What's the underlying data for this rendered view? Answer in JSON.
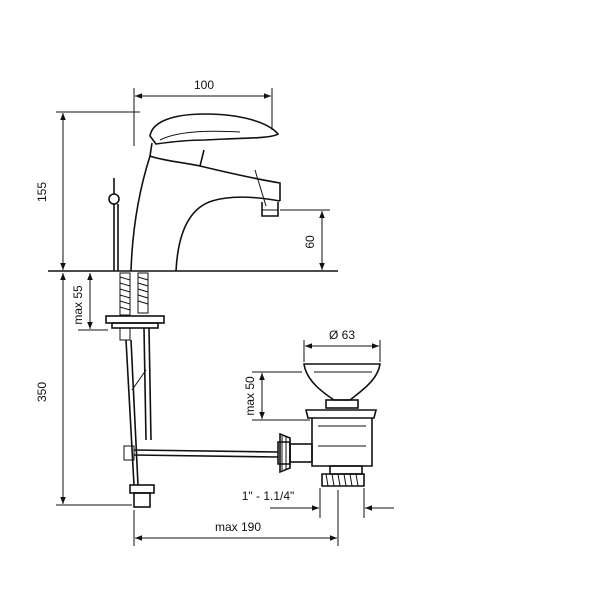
{
  "dimensions": {
    "spout_reach": "100",
    "tap_height": "155",
    "spout_height": "60",
    "max_deck_thickness": "max 55",
    "tail_length": "350",
    "waste_diameter": "Ø 63",
    "waste_max_height": "max 50",
    "waste_thread": "1\" - 1.1/4\"",
    "max_horizontal": "max 190"
  }
}
